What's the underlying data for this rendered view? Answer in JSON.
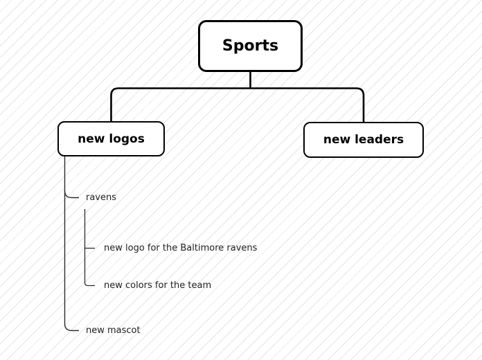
{
  "colors": {
    "background": "#ffffff",
    "hatch_line": "#e5e5e5",
    "node_border": "#000000",
    "node_background": "#ffffff",
    "connector": "#000000",
    "tree_line": "#2b2b2b",
    "node_text": "#000000",
    "leaf_text": "#1e1e1e"
  },
  "mindmap": {
    "root": {
      "label": "Sports"
    },
    "children": [
      {
        "label": "new logos",
        "children": [
          {
            "label": "ravens",
            "children": [
              {
                "label": "new logo for the Baltimore ravens"
              },
              {
                "label": "new colors for the team"
              }
            ]
          },
          {
            "label": "new mascot"
          }
        ]
      },
      {
        "label": "new leaders"
      }
    ]
  }
}
